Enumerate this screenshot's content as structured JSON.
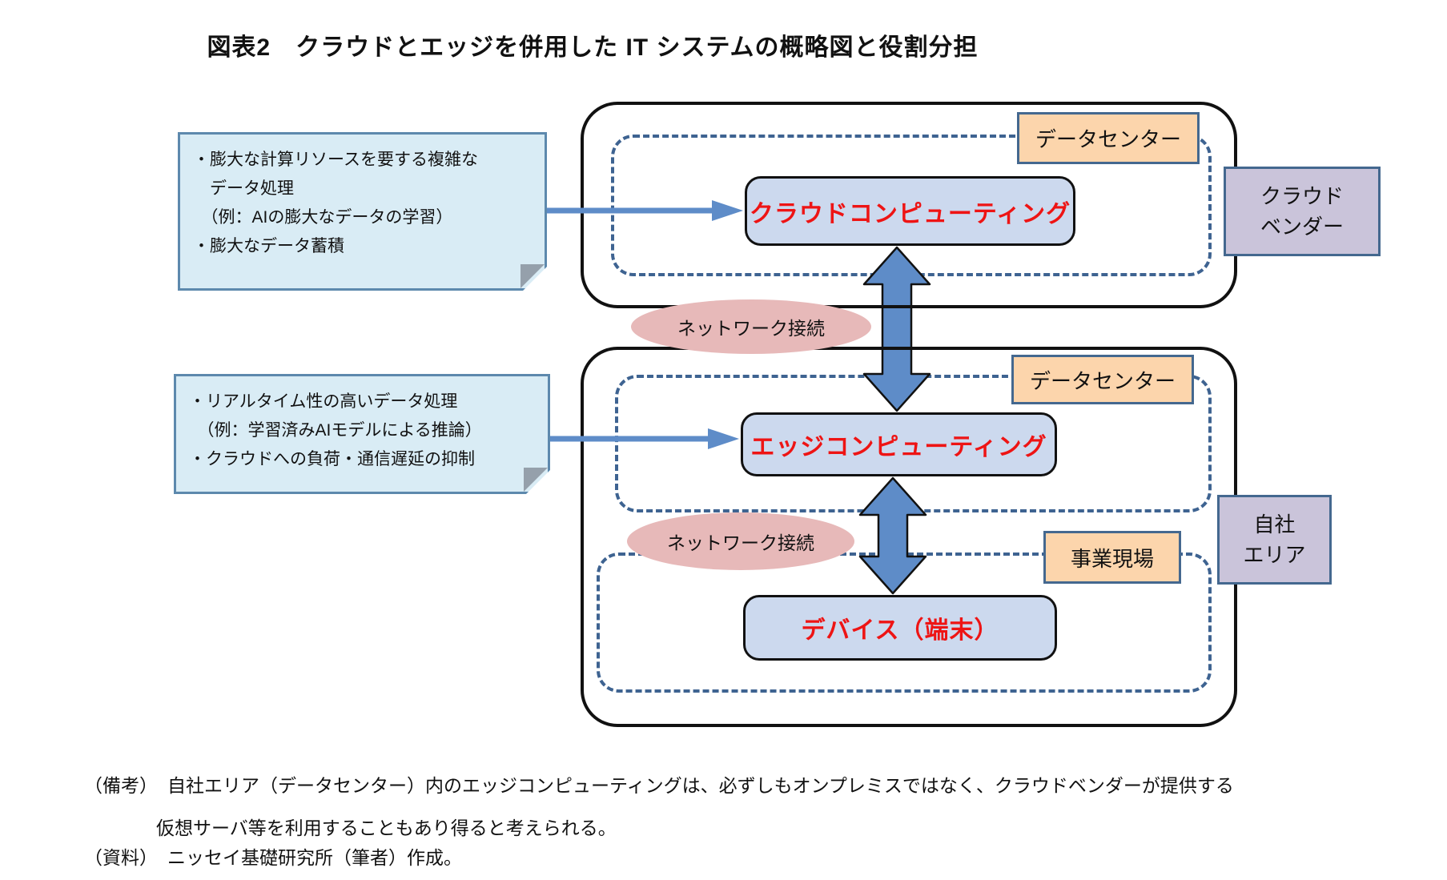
{
  "title": "図表2　クラウドとエッジを併用した IT システムの概略図と役割分担",
  "notes_left": {
    "cloud_note": {
      "lines": [
        "・膨大な計算リソースを要する複雑な",
        "　データ処理",
        "　（例：AIの膨大なデータの学習）",
        "・膨大なデータ蓄積"
      ]
    },
    "edge_note": {
      "lines": [
        "・リアルタイム性の高いデータ処理",
        "　（例：学習済みAIモデルによる推論）",
        "・クラウドへの負荷・通信遅延の抑制"
      ]
    }
  },
  "cloud_area": {
    "datacenter_label": "データセンター",
    "vendor_line1": "クラウド",
    "vendor_line2": "ベンダー",
    "cloud_box_label": "クラウドコンピューティング"
  },
  "network_link_upper": "ネットワーク接続",
  "network_link_lower": "ネットワーク接続",
  "company_area": {
    "datacenter_label": "データセンター",
    "site_label": "事業現場",
    "area_line1": "自社",
    "area_line2": "エリア",
    "edge_box_label": "エッジコンピューティング",
    "device_box_label": "デバイス（端末）"
  },
  "footnotes": {
    "remark_label": "（備考）",
    "remark_line1": "自社エリア（データセンター）内のエッジコンピューティングは、必ずしもオンプレミスではなく、クラウドベンダーが提供する",
    "remark_line2": "仮想サーバ等を利用することもあり得ると考えられる。",
    "source_label": "（資料）",
    "source_text": "ニッセイ基礎研究所（筆者）作成。"
  },
  "colors": {
    "box_fill_blue": "#ccd9ee",
    "box_text_red": "#ee1414",
    "tag_fill_orange": "#fcd5ac",
    "side_fill_purple": "#cac4da",
    "note_fill_lightblue": "#d9ecf5",
    "note_border": "#5d89ad",
    "dashed_border": "#3e6391",
    "ellipse_pink": "#e7b9b9",
    "arrow_blue": "#5e8cc8",
    "outline_black": "#111111"
  }
}
